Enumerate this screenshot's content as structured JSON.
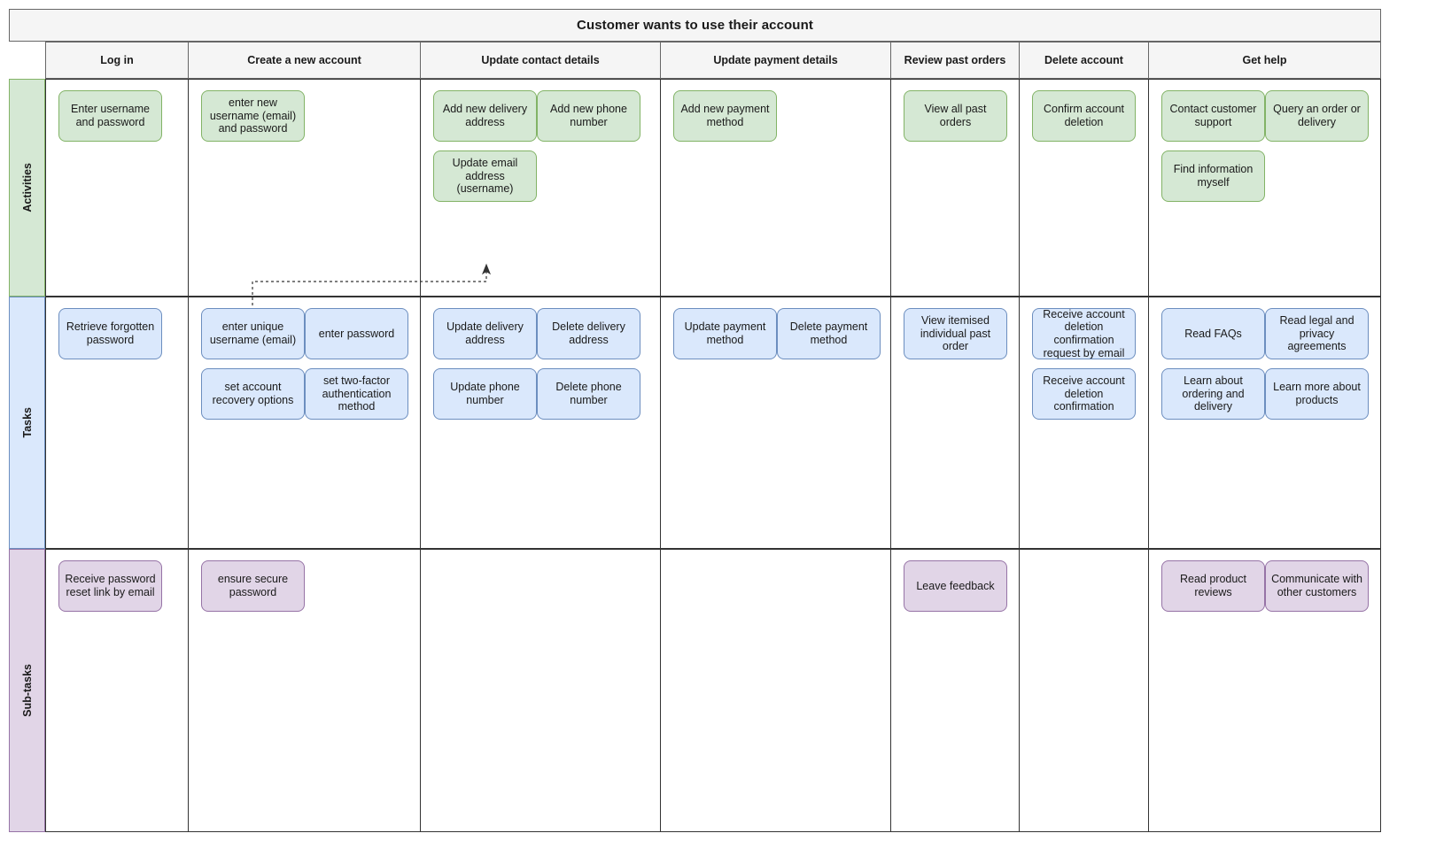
{
  "board": {
    "title": "Customer wants to use their account",
    "colors": {
      "activities_fill": "#d5e8d4",
      "activities_stroke": "#82b366",
      "tasks_fill": "#dae8fc",
      "tasks_stroke": "#6c8ebf",
      "subtasks_fill": "#e1d5e7",
      "subtasks_stroke": "#9673a6",
      "header_fill": "#f5f5f5",
      "grid_stroke": "#333333"
    }
  },
  "columns": [
    {
      "label": "Log in"
    },
    {
      "label": "Create a new account"
    },
    {
      "label": "Update contact details"
    },
    {
      "label": "Update payment details"
    },
    {
      "label": "Review past orders"
    },
    {
      "label": "Delete account"
    },
    {
      "label": "Get help"
    }
  ],
  "rows": [
    {
      "label": "Activities",
      "type": "green",
      "cells": [
        {
          "cards": [
            {
              "text": "Enter username and password",
              "w": 117,
              "h": 58
            }
          ]
        },
        {
          "cards": [
            {
              "text": "enter new username (email) and password",
              "w": 117,
              "h": 58
            }
          ]
        },
        {
          "cards": [
            {
              "text": "Add new delivery address",
              "w": 117,
              "h": 58
            },
            {
              "text": "Add new phone number",
              "w": 117,
              "h": 58
            },
            {
              "text": "Update email address (username)",
              "w": 117,
              "h": 58
            }
          ]
        },
        {
          "cards": [
            {
              "text": "Add new payment method",
              "w": 117,
              "h": 58
            }
          ]
        },
        {
          "cards": [
            {
              "text": "View all past orders",
              "w": 117,
              "h": 58
            }
          ]
        },
        {
          "cards": [
            {
              "text": "Confirm account deletion",
              "w": 117,
              "h": 58
            }
          ]
        },
        {
          "cards": [
            {
              "text": "Contact customer support",
              "w": 117,
              "h": 58
            },
            {
              "text": "Query an order or delivery",
              "w": 117,
              "h": 58
            },
            {
              "text": "Find information myself",
              "w": 117,
              "h": 58
            }
          ]
        }
      ]
    },
    {
      "label": "Tasks",
      "type": "blue",
      "cells": [
        {
          "cards": [
            {
              "text": "Retrieve forgotten password",
              "w": 117,
              "h": 58
            }
          ]
        },
        {
          "cards": [
            {
              "text": "enter unique username (email)",
              "w": 117,
              "h": 58
            },
            {
              "text": "enter password",
              "w": 117,
              "h": 58
            },
            {
              "text": "set account recovery options",
              "w": 117,
              "h": 58
            },
            {
              "text": "set two-factor authentication method",
              "w": 117,
              "h": 58
            }
          ]
        },
        {
          "cards": [
            {
              "text": "Update delivery address",
              "w": 117,
              "h": 58
            },
            {
              "text": "Delete delivery address",
              "w": 117,
              "h": 58
            },
            {
              "text": "Update phone number",
              "w": 117,
              "h": 58
            },
            {
              "text": "Delete phone number",
              "w": 117,
              "h": 58
            }
          ]
        },
        {
          "cards": [
            {
              "text": "Update payment method",
              "w": 117,
              "h": 58
            },
            {
              "text": "Delete payment method",
              "w": 117,
              "h": 58
            }
          ]
        },
        {
          "cards": [
            {
              "text": "View itemised individual past order",
              "w": 117,
              "h": 58
            }
          ]
        },
        {
          "cards": [
            {
              "text": "Receive account deletion confirmation request by email",
              "w": 117,
              "h": 58
            },
            {
              "text": "Receive account deletion confirmation",
              "w": 117,
              "h": 58
            }
          ]
        },
        {
          "cards": [
            {
              "text": "Read FAQs",
              "w": 117,
              "h": 58
            },
            {
              "text": "Read legal and privacy agreements",
              "w": 117,
              "h": 58
            },
            {
              "text": "Learn about ordering and delivery",
              "w": 117,
              "h": 58
            },
            {
              "text": "Learn more about products",
              "w": 117,
              "h": 58
            }
          ]
        }
      ]
    },
    {
      "label": "Sub-tasks",
      "type": "purple",
      "cells": [
        {
          "cards": [
            {
              "text": "Receive password reset link by email",
              "w": 117,
              "h": 58
            }
          ]
        },
        {
          "cards": [
            {
              "text": "ensure secure password",
              "w": 117,
              "h": 58
            }
          ]
        },
        {
          "cards": []
        },
        {
          "cards": []
        },
        {
          "cards": [
            {
              "text": "Leave feedback",
              "w": 117,
              "h": 58
            }
          ]
        },
        {
          "cards": []
        },
        {
          "cards": [
            {
              "text": "Read product reviews",
              "w": 117,
              "h": 58
            },
            {
              "text": "Communicate with other customers",
              "w": 117,
              "h": 58
            }
          ]
        }
      ]
    }
  ],
  "connector": {
    "name": "dependency-arrow",
    "from": "enter unique username (email)",
    "to": "Update email address (username)",
    "style": "dotted"
  }
}
